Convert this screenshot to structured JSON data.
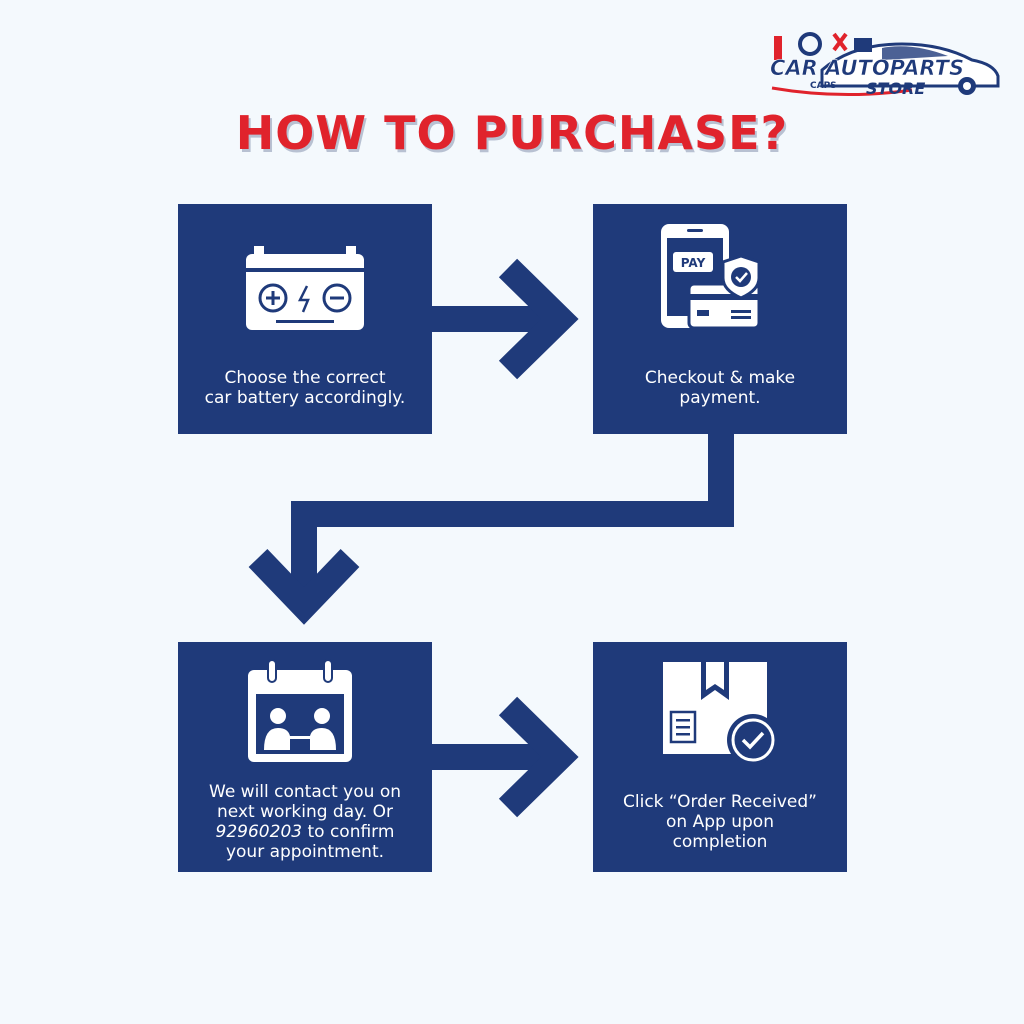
{
  "brand": {
    "line1": "CAR AUTOPARTS",
    "line2": "STORE",
    "tag": "CAPS",
    "primary_color": "#1f3a7a",
    "accent_color": "#e0232c"
  },
  "title": "HOW TO PURCHASE?",
  "steps": [
    {
      "icon": "car-battery-icon",
      "line1": "Choose the correct",
      "line2": "car battery accordingly."
    },
    {
      "icon": "phone-pay-icon",
      "pay_label": "PAY",
      "line1": "Checkout & make",
      "line2": "payment."
    },
    {
      "icon": "calendar-appointment-icon",
      "line1": "We will contact you on",
      "line2": "next working day. Or",
      "phone": "92960203",
      "line3_suffix": " to confirm",
      "line4": "your appointment."
    },
    {
      "icon": "package-check-icon",
      "line1": "Click “Order Received”",
      "line2": "on App upon",
      "line3": "completion"
    }
  ]
}
